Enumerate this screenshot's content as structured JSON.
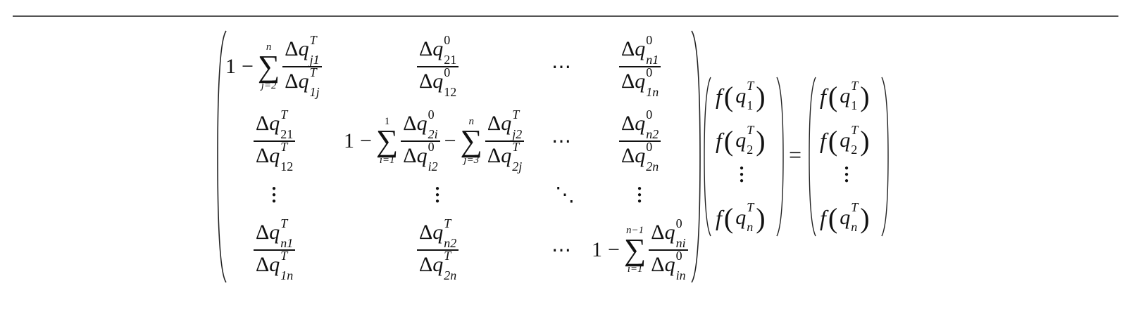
{
  "equation": {
    "description": "Matrix equation M * f(q^T) = f(q^T)",
    "matrix": {
      "rows": [
        [
          "1 - Σ_{j=2}^{n} Δq^T_{j1}/Δq^T_{1j}",
          "Δq^0_{21}/Δq^0_{12}",
          "⋯",
          "Δq^0_{n1}/Δq^0_{1n}"
        ],
        [
          "Δq^T_{21}/Δq^T_{12}",
          "1 - Σ_{i=1}^{1} Δq^0_{2i}/Δq^0_{i2} - Σ_{j=3}^{n} Δq^T_{j2}/Δq^T_{2j}",
          "⋯",
          "Δq^0_{n2}/Δq^0_{2n}"
        ],
        [
          "⋮",
          "⋮",
          "⋱",
          "⋮"
        ],
        [
          "Δq^T_{n1}/Δq^T_{1n}",
          "Δq^T_{n2}/Δq^T_{2n}",
          "⋯",
          "1 - Σ_{i=1}^{n-1} Δq^0_{ni}/Δq^0_{in}"
        ]
      ]
    },
    "vector_left": [
      "f(q^T_1)",
      "f(q^T_2)",
      "⋮",
      "f(q^T_n)"
    ],
    "vector_right": [
      "f(q^T_1)",
      "f(q^T_2)",
      "⋮",
      "f(q^T_n)"
    ],
    "symbols": {
      "one": "1",
      "minus": "−",
      "sigma": "∑",
      "delta": "Δ",
      "q": "q",
      "f": "f",
      "equals": "=",
      "hdots": "⋯",
      "ddots": "⋱",
      "T": "T",
      "zero": "0",
      "n": "n",
      "lp": "(",
      "rp": ")"
    },
    "labels": {
      "j1": "j1",
      "1j": "1j",
      "21": "21",
      "12": "12",
      "n1": "n1",
      "1n": "1n",
      "2i": "2i",
      "i2": "i2",
      "j2": "j2",
      "2j": "2j",
      "n2": "n2",
      "2n": "2n",
      "ni": "ni",
      "in": "in",
      "1": "1",
      "2": "2",
      "j=2": "j=2",
      "i=1": "i=1",
      "j=3": "j=3",
      "n-1": "n−1"
    }
  }
}
